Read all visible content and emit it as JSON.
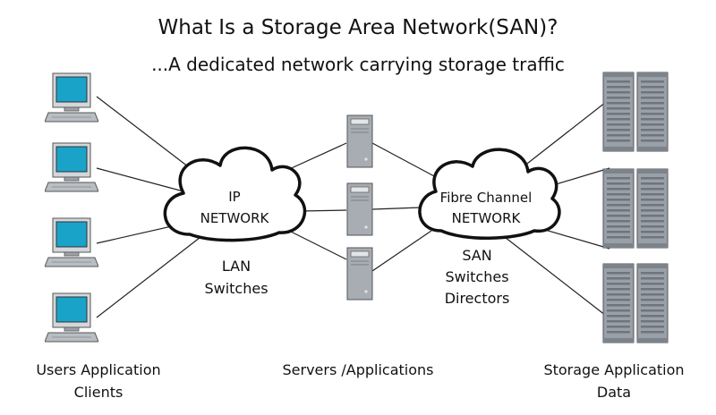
{
  "title": "What Is a Storage Area Network(SAN)?",
  "subtitle": "...A dedicated network carrying storage traffic",
  "ip_cloud": {
    "line1": "IP",
    "line2": "NETWORK"
  },
  "fc_cloud": {
    "line1": "Fibre Channel",
    "line2": "NETWORK"
  },
  "lan_label": {
    "line1": "LAN",
    "line2": "Switches"
  },
  "san_label": {
    "line1": "SAN",
    "line2": "Switches",
    "line3": "Directors"
  },
  "clients_caption": {
    "line1": "Users Application",
    "line2": "Clients"
  },
  "servers_caption": "Servers /Applications",
  "storage_caption": {
    "line1": "Storage Application",
    "line2": "Data"
  },
  "colors": {
    "monitor_screen": "#1aa3c9",
    "device_gray": "#b9bec4",
    "server_body": "#a8adb3",
    "storage_body": "#9aa0a7",
    "line": "#222222"
  }
}
